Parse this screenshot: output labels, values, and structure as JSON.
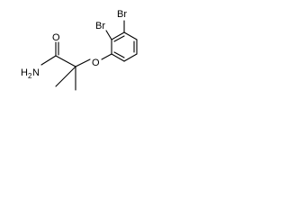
{
  "labels": {
    "carbonyl_oxygen": "O",
    "amide_nitrogen_prefix": "H",
    "amide_nitrogen_subscript": "2",
    "amide_nitrogen_suffix": "N",
    "ether_oxygen": "O",
    "bromine_1": "Br",
    "bromine_2": "Br"
  },
  "colors": {
    "bond": "#000000",
    "text": "#000000",
    "background": "#ffffff"
  }
}
